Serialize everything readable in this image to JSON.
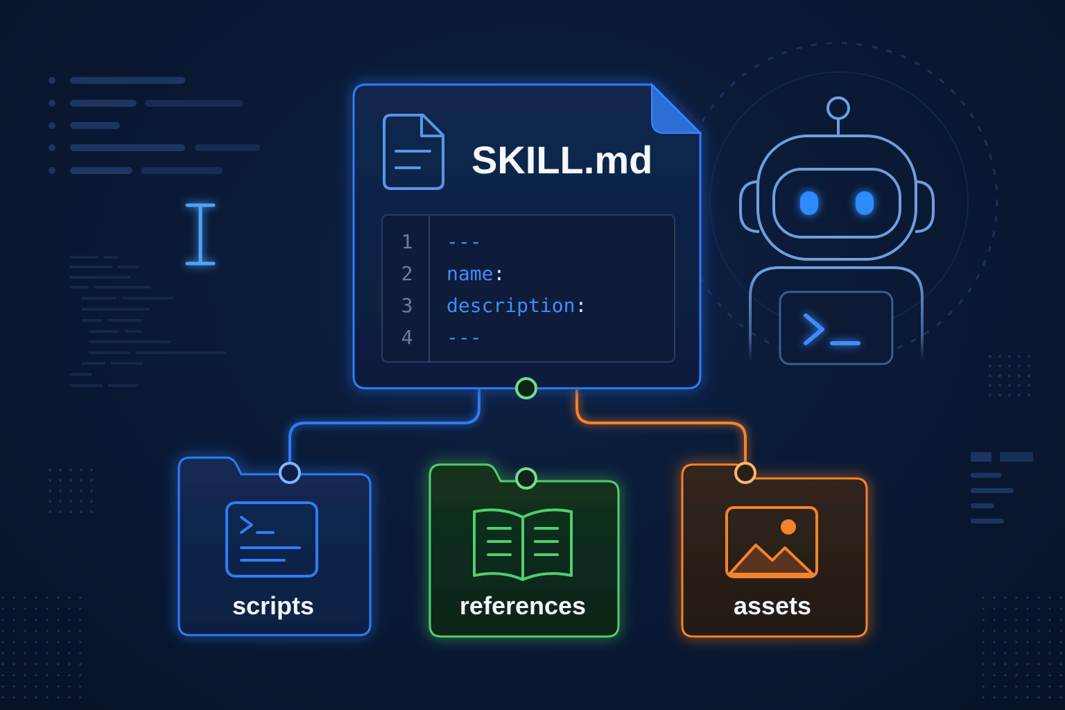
{
  "skill_file": {
    "title": "SKILL.md",
    "icon": "document-icon",
    "code_lines": [
      {
        "number": "1",
        "text": "---",
        "key": "",
        "colon": ""
      },
      {
        "number": "2",
        "text": "",
        "key": "name",
        "colon": ":"
      },
      {
        "number": "3",
        "text": "",
        "key": "description",
        "colon": ":"
      },
      {
        "number": "4",
        "text": "---",
        "key": "",
        "colon": ""
      }
    ]
  },
  "folders": [
    {
      "label": "scripts",
      "icon": "terminal-icon",
      "color": "#2f7cf6"
    },
    {
      "label": "references",
      "icon": "book-icon",
      "color": "#4fcf6f"
    },
    {
      "label": "assets",
      "icon": "image-icon",
      "color": "#f5832b"
    }
  ],
  "robot": {
    "icon": "robot-icon",
    "prompt": ">_"
  },
  "decor": {
    "cursor_icon": "text-cursor-icon"
  },
  "colors": {
    "background": "#0a1a36",
    "blue": "#2f7cf6",
    "green": "#4fcf6f",
    "orange": "#f5832b",
    "robot_outline": "#6f9fdc"
  }
}
